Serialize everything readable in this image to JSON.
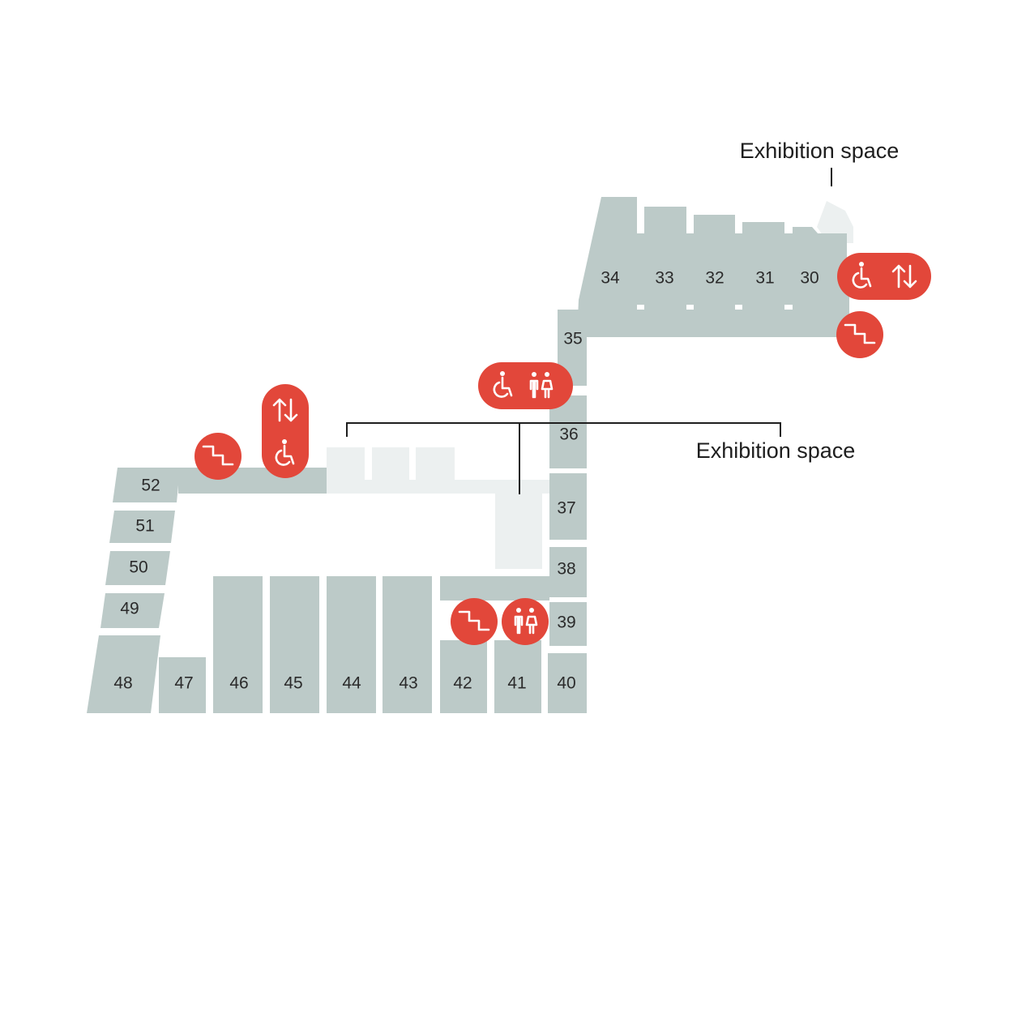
{
  "map": {
    "area_labels": {
      "upper": "Exhibition space",
      "central": "Exhibition space"
    },
    "rooms": [
      "30",
      "31",
      "32",
      "33",
      "34",
      "35",
      "36",
      "37",
      "38",
      "39",
      "40",
      "41",
      "42",
      "43",
      "44",
      "45",
      "46",
      "47",
      "48",
      "49",
      "50",
      "51",
      "52"
    ],
    "facility_icons": {
      "icon_types": [
        "wheelchair-accessible",
        "lift",
        "stairs",
        "toilets"
      ],
      "badge_color": "#e2473a",
      "room_color": "#bccac8",
      "exhibition_space_color": "#ecf0f0"
    }
  }
}
